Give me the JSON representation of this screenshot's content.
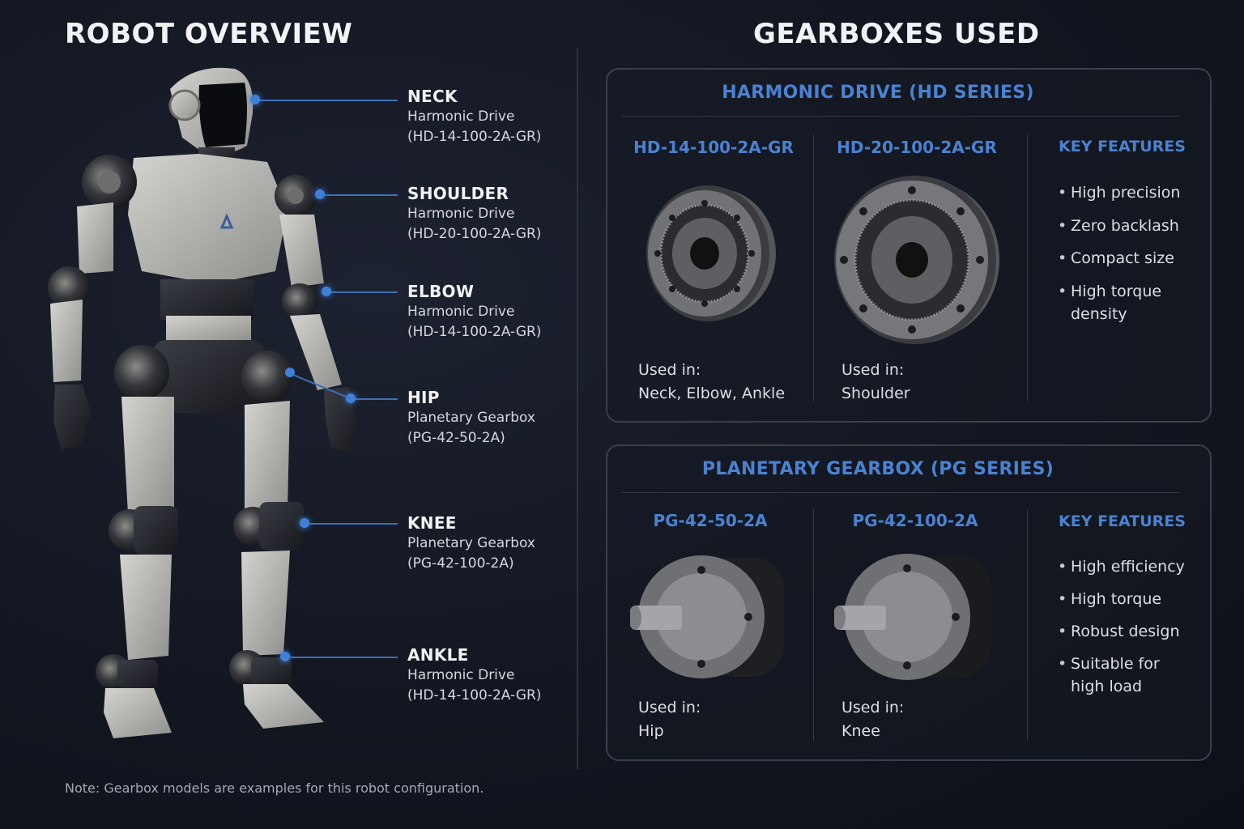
{
  "titles": {
    "left": "ROBOT OVERVIEW",
    "right": "GEARBOXES USED"
  },
  "callouts": [
    {
      "joint": "NECK",
      "type": "Harmonic Drive",
      "model": "(HD-14-100-2A-GR)"
    },
    {
      "joint": "SHOULDER",
      "type": "Harmonic Drive",
      "model": "(HD-20-100-2A-GR)"
    },
    {
      "joint": "ELBOW",
      "type": "Harmonic Drive",
      "model": "(HD-14-100-2A-GR)"
    },
    {
      "joint": "HIP",
      "type": "Planetary Gearbox",
      "model": "(PG-42-50-2A)"
    },
    {
      "joint": "KNEE",
      "type": "Planetary Gearbox",
      "model": "(PG-42-100-2A)"
    },
    {
      "joint": "ANKLE",
      "type": "Harmonic Drive",
      "model": "(HD-14-100-2A-GR)"
    }
  ],
  "note": "Note: Gearbox models are examples for this robot configuration.",
  "harmonic": {
    "title": "HARMONIC DRIVE (HD SERIES)",
    "models": [
      {
        "name": "HD-14-100-2A-GR",
        "used_label": "Used in:",
        "used_in": "Neck, Elbow, Ankle"
      },
      {
        "name": "HD-20-100-2A-GR",
        "used_label": "Used in:",
        "used_in": "Shoulder"
      }
    ],
    "features_title": "KEY FEATURES",
    "features": [
      "High precision",
      "Zero backlash",
      "Compact size",
      "High torque density"
    ]
  },
  "planetary": {
    "title": "PLANETARY GEARBOX (PG SERIES)",
    "models": [
      {
        "name": "PG-42-50-2A",
        "used_label": "Used in:",
        "used_in": "Hip"
      },
      {
        "name": "PG-42-100-2A",
        "used_label": "Used in:",
        "used_in": "Knee"
      }
    ],
    "features_title": "KEY FEATURES",
    "features": [
      "High efficiency",
      "High torque",
      "Robust design",
      "Suitable for high load"
    ]
  },
  "colors": {
    "accent": "#4a82d2",
    "background": "#121620",
    "panel_border": "#3a404b"
  }
}
